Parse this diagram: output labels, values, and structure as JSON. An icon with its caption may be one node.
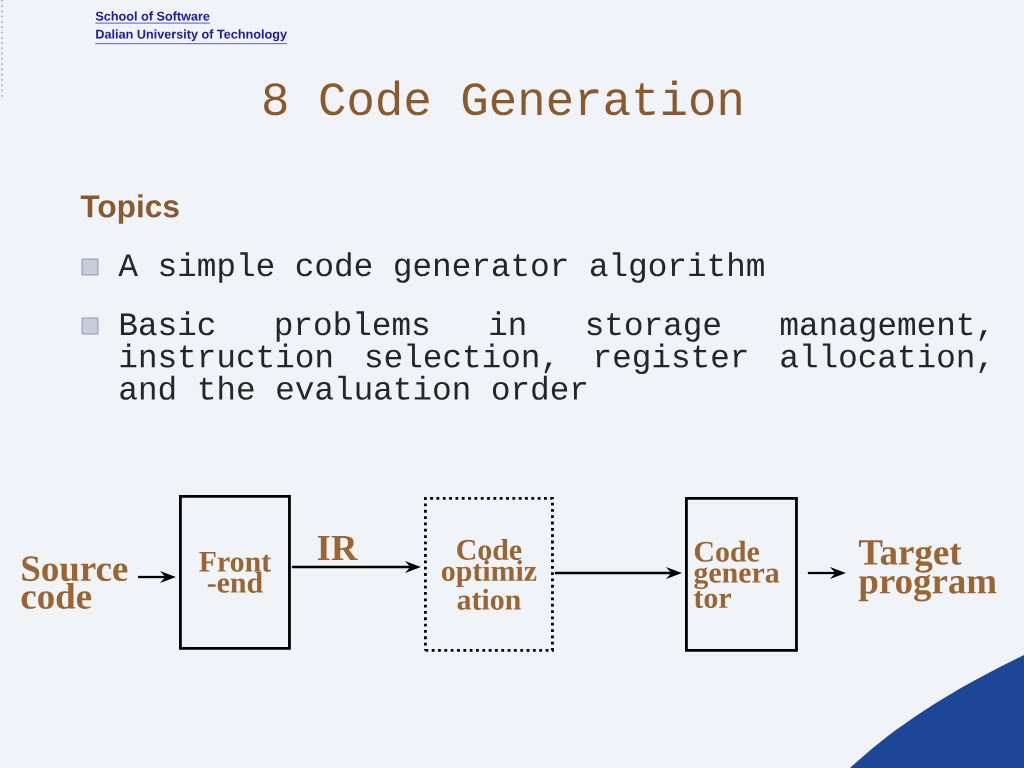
{
  "diagram": {
    "title": "8 Code Generation",
    "nodes": [
      {
        "text": [
          "Source code"
        ]
      },
      {
        "text": [
          "Front -end"
        ]
      },
      {
        "text": [
          "Code optimiz ation"
        ]
      },
      {
        "text": [
          "Code genera tor"
        ]
      },
      {
        "text": [
          "Target program"
        ]
      }
    ],
    "edges": [
      {
        "from": 0,
        "to": 1,
        "arrow": "to"
      },
      {
        "from": 1,
        "to": 2,
        "arrow": "to",
        "label": "IR"
      },
      {
        "from": 2,
        "to": 3,
        "arrow": "to"
      },
      {
        "from": 3,
        "to": 4,
        "arrow": "to"
      }
    ],
    "labels": [
      "School of Software",
      "Dalian University of Technology",
      "Topics",
      "A simple code generator algorithm",
      "Basic problems in storage management, instruction selection, register allocation, and the evaluation order"
    ]
  }
}
